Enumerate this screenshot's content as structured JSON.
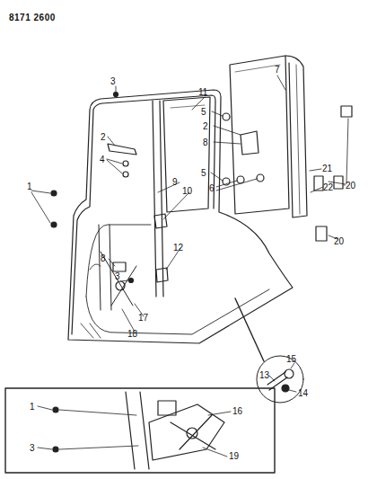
{
  "diagram": {
    "labels": [
      "8171 2600",
      "3",
      "11",
      "2",
      "4",
      "1",
      "9",
      "10",
      "8",
      "12",
      "3",
      "17",
      "18",
      "7",
      "5",
      "2",
      "8",
      "21",
      "22",
      "20",
      "5",
      "6",
      "20",
      "15",
      "13",
      "14",
      "1",
      "3",
      "16",
      "19"
    ]
  }
}
